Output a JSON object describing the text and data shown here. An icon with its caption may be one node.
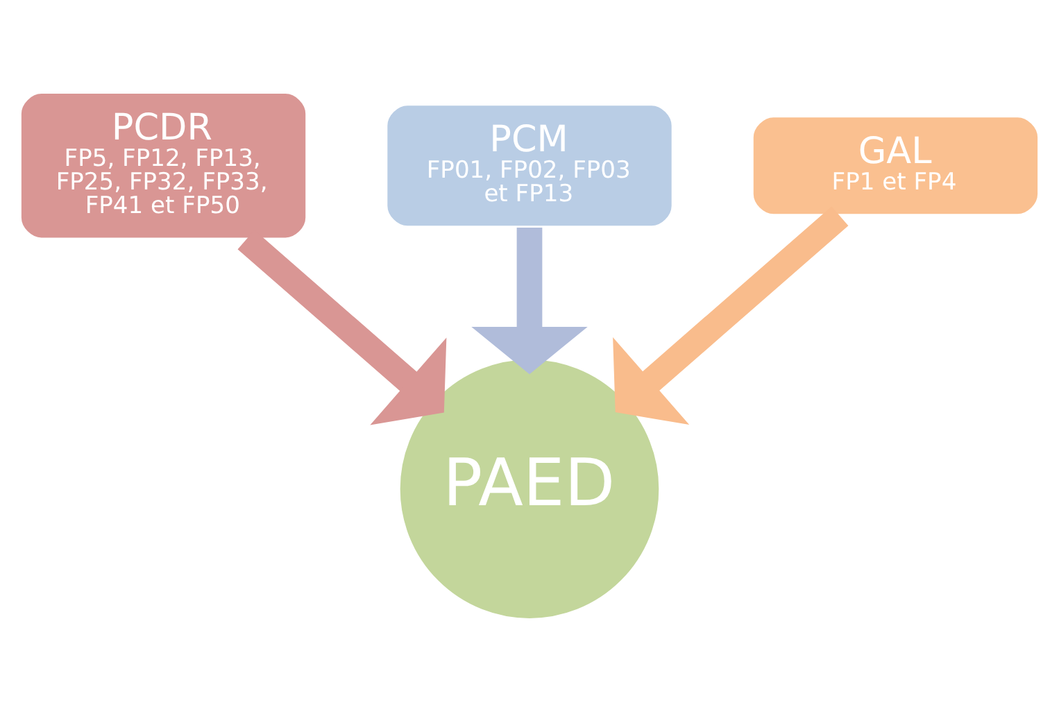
{
  "diagram": {
    "nodes": [
      {
        "text": [
          "PCDR",
          "FP5, FP12, FP13, FP25, FP32, FP33, FP41 et FP50"
        ]
      },
      {
        "text": [
          "PCM",
          "FP01, FP02, FP03 et FP13"
        ]
      },
      {
        "text": [
          "GAL",
          "FP1 et FP4"
        ]
      },
      {
        "text": [
          "PAED"
        ]
      }
    ],
    "edges": [
      {
        "from": 0,
        "to": 3,
        "arrow": "to",
        "color": "#d99694"
      },
      {
        "from": 1,
        "to": 3,
        "arrow": "to",
        "color": "#b0bcda"
      },
      {
        "from": 2,
        "to": 3,
        "arrow": "to",
        "color": "#f9bc8c"
      }
    ]
  }
}
